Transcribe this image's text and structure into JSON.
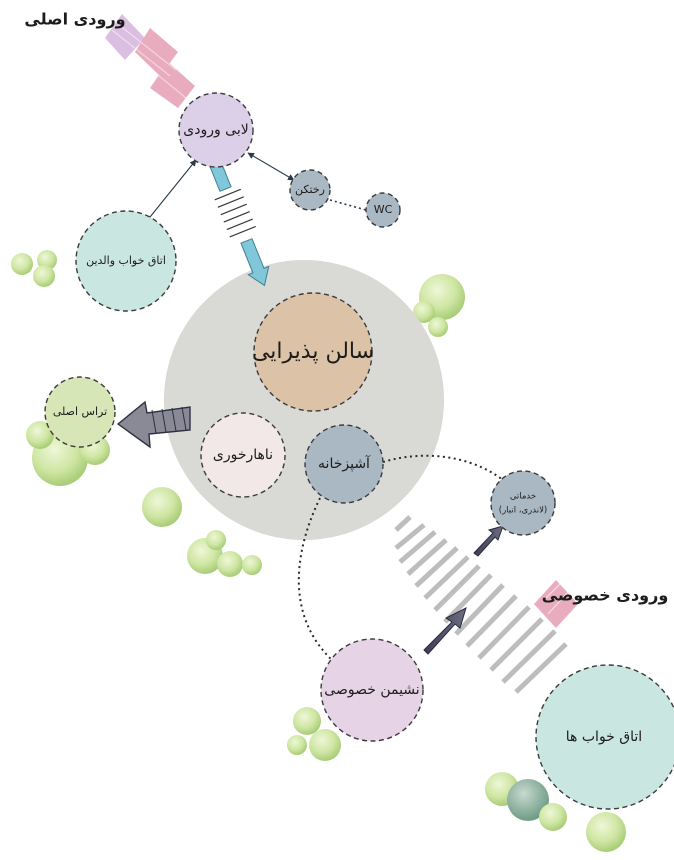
{
  "labels": {
    "main_entrance": "ورودی اصلی",
    "private_entrance": "ورودی خصوصی",
    "entry_lobby": "لابی ورودی",
    "cloakroom": "رختکن",
    "wc": "WC",
    "parents_bedroom": "اتاق خواب والدین",
    "reception_hall": "سالن پذیرایی",
    "main_terrace": "تراس اصلی",
    "dining": "ناهارخوری",
    "kitchen": "آشپزخانه",
    "services_line1": "خدماتی",
    "services_line2": "(لاندری، انبار)",
    "private_living": "نشیمن خصوصی",
    "bedrooms": "اتاق خواب ها"
  },
  "colors": {
    "big_zone": "#d9d9d6",
    "reception_hall": "#dcc2a7",
    "lobby": "#dccfe8",
    "gray_blue_nodes": "#a9b8c3",
    "teal_rooms": "#c9e6e1",
    "terrace": "#d6e6b7",
    "dining": "#f3e8e8",
    "private_living": "#e6d4e6",
    "entrance_arrow": "#e7a3b8",
    "entrance_arrow_purple": "#cfb8dc",
    "blue_arrow": "#7fc7d9",
    "stripes": "#bdbdbd",
    "trees": "#c9e39c",
    "tree_shadow": "#aacb7d"
  }
}
